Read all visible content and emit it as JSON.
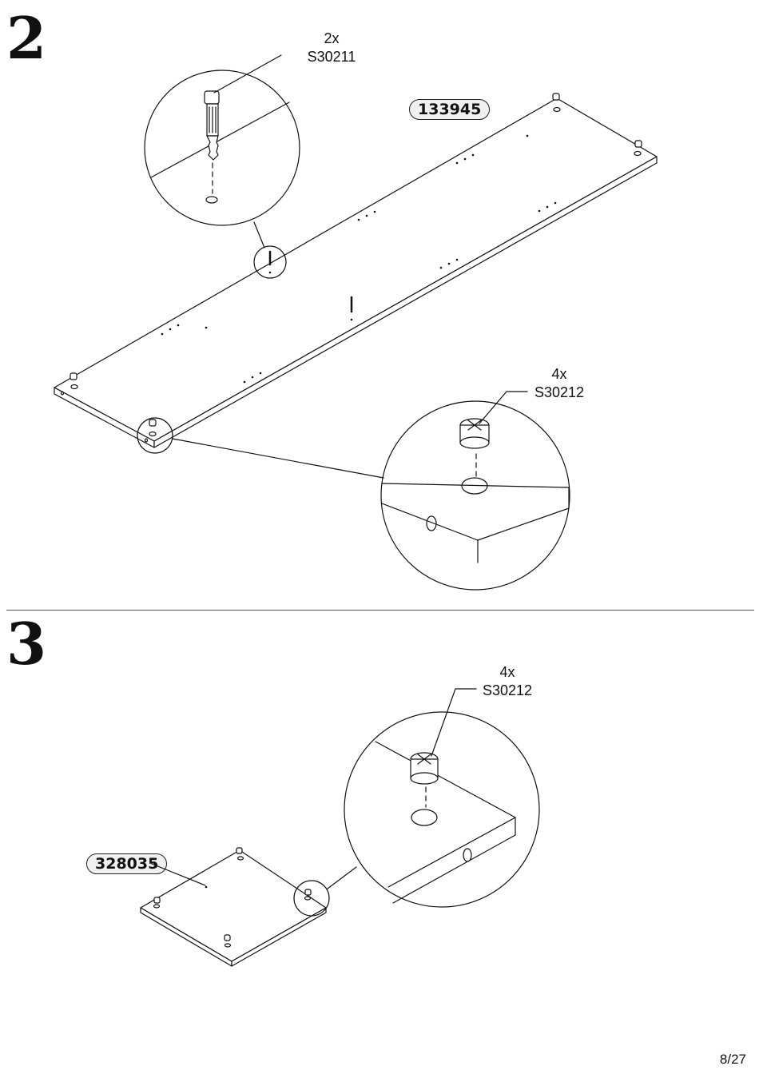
{
  "steps": [
    {
      "number": "2",
      "part_id": "133945",
      "callouts": [
        {
          "qty": "2x",
          "part": "S30211",
          "icon": "cam-dowel-icon"
        },
        {
          "qty": "4x",
          "part": "S30212",
          "icon": "cam-lock-icon"
        }
      ]
    },
    {
      "number": "3",
      "part_id": "328035",
      "callouts": [
        {
          "qty": "4x",
          "part": "S30212",
          "icon": "cam-lock-icon"
        }
      ]
    }
  ],
  "page_number": "8/27"
}
